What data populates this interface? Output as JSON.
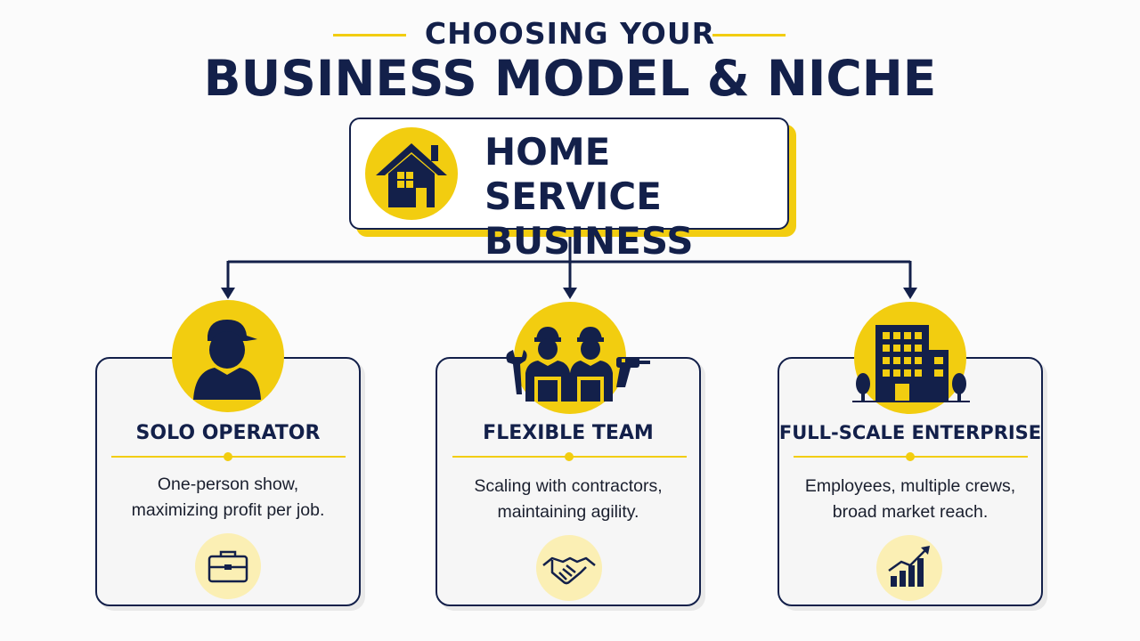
{
  "header": {
    "subtitle": "CHOOSING YOUR",
    "title": "BUSINESS MODEL & NICHE"
  },
  "root": {
    "label_line1": "HOME SERVICE",
    "label_line2": "BUSINESS",
    "icon": "house-icon"
  },
  "models": [
    {
      "title": "SOLO OPERATOR",
      "desc_line1": "One-person show,",
      "desc_line2": "maximizing profit per job.",
      "icon": "worker-icon",
      "footer_icon": "briefcase-icon"
    },
    {
      "title": "FLEXIBLE TEAM",
      "desc_line1": "Scaling with contractors,",
      "desc_line2": "maintaining agility.",
      "icon": "team-with-tools-icon",
      "footer_icon": "handshake-icon"
    },
    {
      "title": "FULL-SCALE ENTERPRISE",
      "desc_line1": "Employees, multiple crews,",
      "desc_line2": "broad market reach.",
      "icon": "office-building-icon",
      "footer_icon": "growth-chart-icon"
    }
  ],
  "colors": {
    "navy": "#13204a",
    "yellow": "#f2cd10",
    "pale_yellow": "#fbefb4"
  }
}
